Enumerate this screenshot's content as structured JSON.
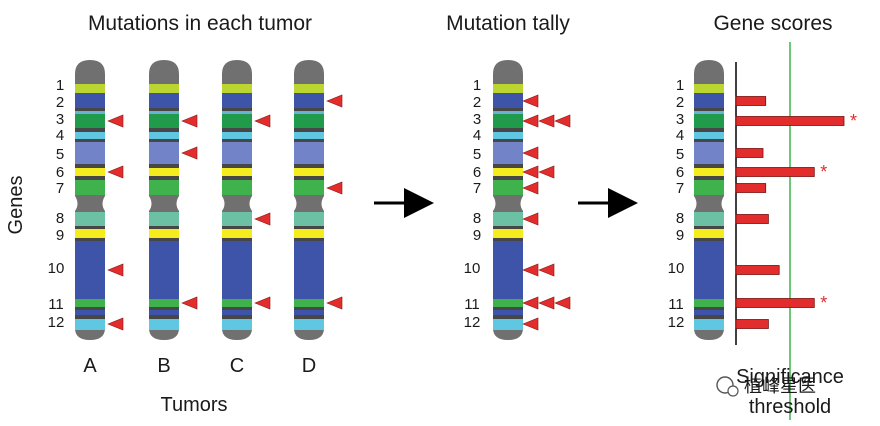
{
  "titles": {
    "panel1": "Mutations in each tumor",
    "panel2": "Mutation tally",
    "panel3": "Gene scores"
  },
  "axis_labels": {
    "genes": "Genes",
    "tumors": "Tumors",
    "threshold_line1": "Significance",
    "threshold_line2": "threshold"
  },
  "gene_labels": [
    "1",
    "2",
    "3",
    "4",
    "5",
    "6",
    "7",
    "8",
    "9",
    "10",
    "11",
    "12"
  ],
  "tumor_labels": [
    "A",
    "B",
    "C",
    "D"
  ],
  "mutations_per_tumor": {
    "A": [
      3,
      6,
      10,
      12
    ],
    "B": [
      3,
      5,
      11
    ],
    "C": [
      3,
      8,
      11
    ],
    "D": [
      2,
      7,
      11
    ]
  },
  "tally": {
    "counts": [
      0,
      1,
      3,
      0,
      1,
      2,
      1,
      1,
      0,
      2,
      3,
      1
    ]
  },
  "gene_scores": {
    "values": [
      0,
      1.1,
      4.0,
      0,
      1.0,
      2.9,
      1.1,
      1.2,
      0,
      1.6,
      2.9,
      1.2
    ],
    "threshold": 2.0,
    "significant_genes": [
      "3",
      "6",
      "11"
    ],
    "star_symbol": "*"
  },
  "colors": {
    "chromosome_gray": "#707070",
    "arrow_red": "#e32c2c",
    "bar_red": "#e32c2c",
    "threshold_green": "#3cb548"
  },
  "watermark": {
    "text": "植峰星医"
  }
}
